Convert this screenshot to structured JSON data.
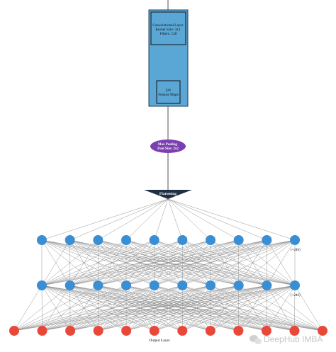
{
  "conv_block": {
    "line1": "Convolutional Layer",
    "line2": "Kernel Size: 3x3",
    "line3": "Filters: 128",
    "fmap1": "128",
    "fmap2": "Feature Maps"
  },
  "pool": {
    "line1": "Max Pooling",
    "line2": "Pool Size: 2x2"
  },
  "flatten": {
    "label": "Flattening"
  },
  "dense1": {
    "count_note": "(+246)",
    "nodes": 10
  },
  "dense2": {
    "count_note": "(+246)",
    "nodes": 10
  },
  "output": {
    "label": "Output Layer",
    "nodes": 12
  },
  "watermark": {
    "text": "DeepHub IMBA"
  },
  "colors": {
    "conv_fill": "#5aa7d6",
    "conv_edge": "#1a3f5f",
    "pool_fill": "#7b3fb0",
    "flatten_fill": "#1f3044",
    "hidden_node": "#3a8fd4",
    "output_node": "#e8483a",
    "connection": "#8a8a8a"
  }
}
